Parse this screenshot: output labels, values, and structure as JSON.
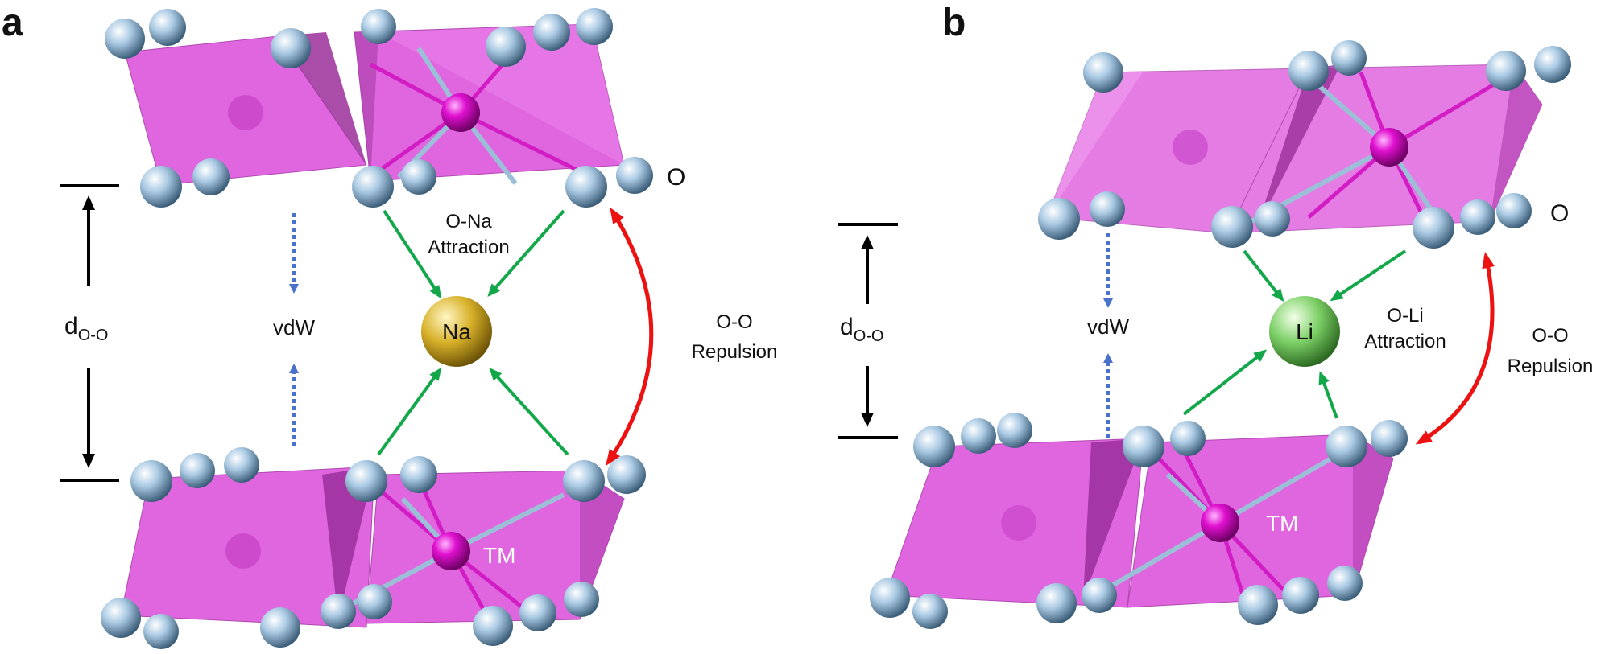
{
  "panels": [
    {
      "letter": "a",
      "o_label": "O",
      "d_label": "d",
      "d_sub": "O-O",
      "vdw_label": "vdW",
      "ion_label": "Na",
      "tm_label": "TM",
      "attraction_line1": "O-Na",
      "attraction_line2": "Attraction",
      "repulsion_line1": "O-O",
      "repulsion_line2": "Repulsion"
    },
    {
      "letter": "b",
      "o_label": "O",
      "d_label": "d",
      "d_sub": "O-O",
      "vdw_label": "vdW",
      "ion_label": "Li",
      "tm_label": "TM",
      "attraction_line1": "O-Li",
      "attraction_line2": "Attraction",
      "repulsion_line1": "O-O",
      "repulsion_line2": "Repulsion"
    }
  ],
  "colors": {
    "octahedron": "#e066e0",
    "octahedron_dark": "#9a2e9a",
    "tm_atom": "#e010d0",
    "oxygen": "#a9c9e3",
    "na_ion": "#d8b12a",
    "li_ion": "#7ccf66",
    "attraction_arrow": "#12a84a",
    "repulsion_arrow": "#ee1111",
    "vdw_arrow": "#4a72c8",
    "spacing_bar": "#000000"
  }
}
